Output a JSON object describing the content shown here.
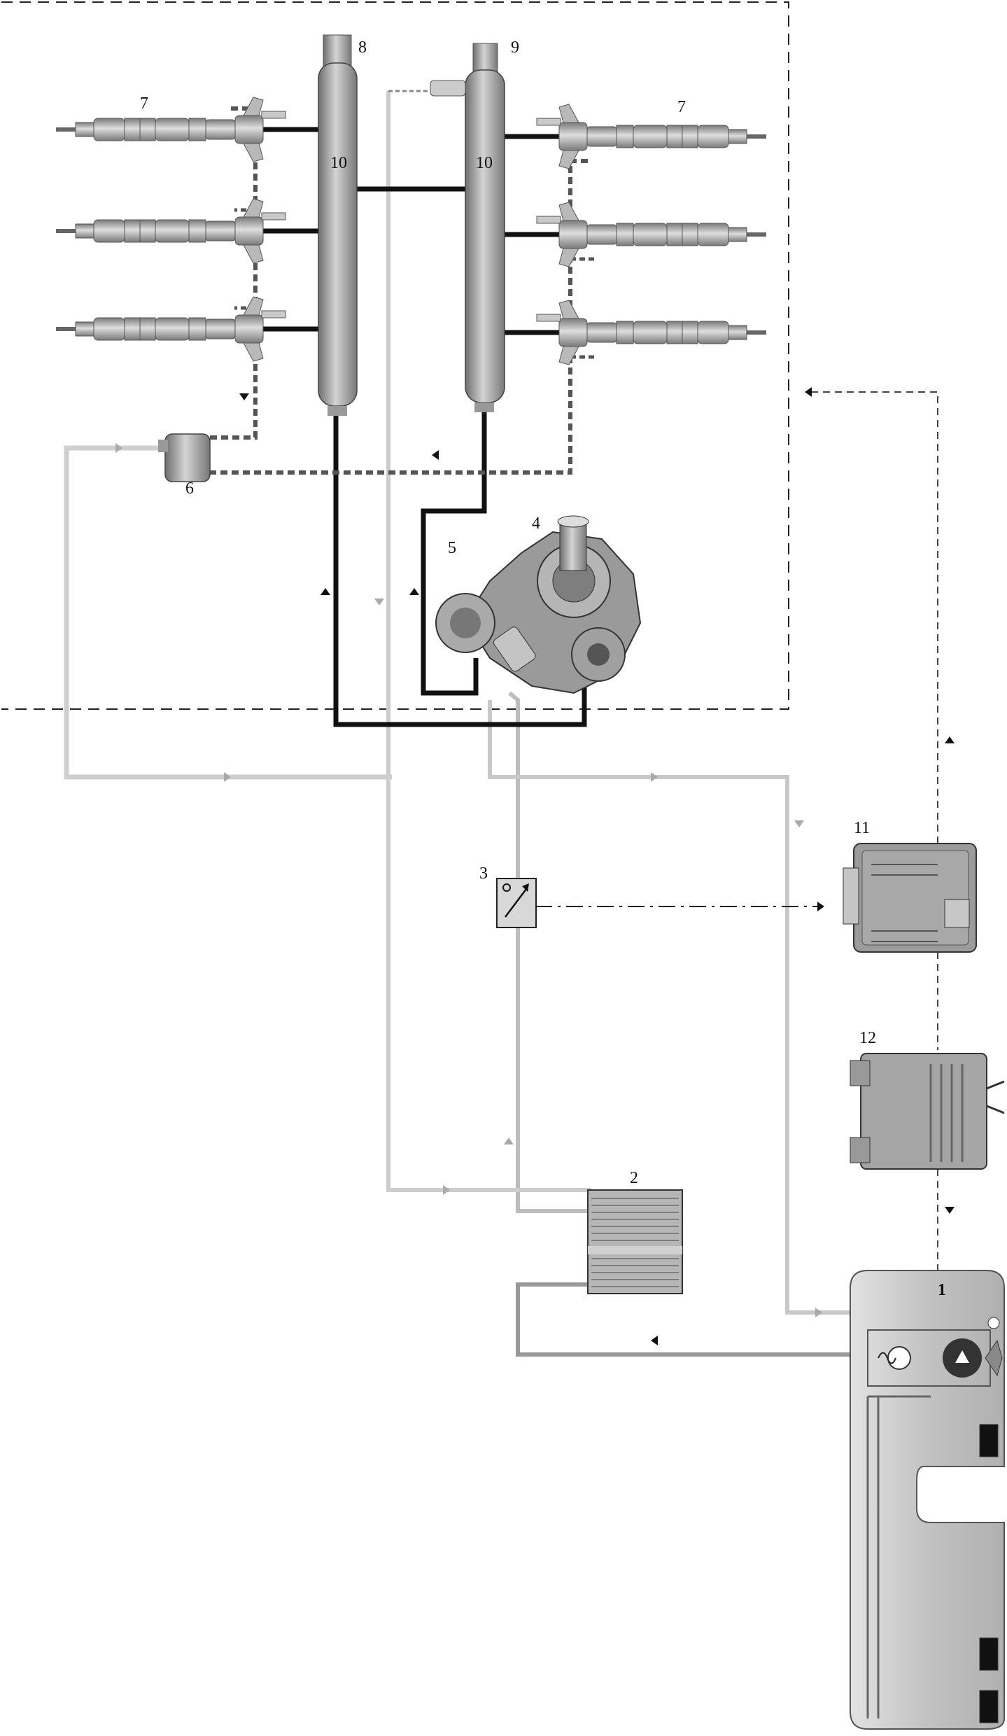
{
  "labels": {
    "n1": "1",
    "n2": "2",
    "n3": "3",
    "n4": "4",
    "n5": "5",
    "n6": "6",
    "n7a": "7",
    "n7b": "7",
    "n8": "8",
    "n9": "9",
    "n10a": "10",
    "n10b": "10",
    "n11": "11",
    "n12": "12"
  },
  "colors": {
    "high_pressure": "#111111",
    "low_pressure": "#bdbdbd",
    "return_line": "#7a7a7a",
    "signal": "#333333",
    "component_fill": "#a8a8a8",
    "tank_fill": "#cfcfcf"
  },
  "components": [
    {
      "id": "1",
      "name": "tank"
    },
    {
      "id": "2",
      "name": "fuel-filter"
    },
    {
      "id": "3",
      "name": "sensor"
    },
    {
      "id": "4",
      "name": "high-pressure-pump"
    },
    {
      "id": "5",
      "name": "pump-valve"
    },
    {
      "id": "6",
      "name": "return-unit"
    },
    {
      "id": "7",
      "name": "injector"
    },
    {
      "id": "8",
      "name": "rail"
    },
    {
      "id": "9",
      "name": "rail"
    },
    {
      "id": "10",
      "name": "rail-body"
    },
    {
      "id": "11",
      "name": "control-unit"
    },
    {
      "id": "12",
      "name": "module"
    }
  ]
}
